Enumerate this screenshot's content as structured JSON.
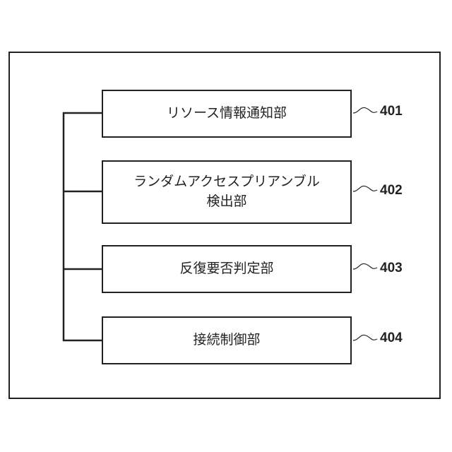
{
  "blocks": [
    {
      "label": "リソース情報通知部",
      "ref": "401"
    },
    {
      "label": "ランダムアクセスプリアンブル\n検出部",
      "ref": "402"
    },
    {
      "label": "反復要否判定部",
      "ref": "403"
    },
    {
      "label": "接続制御部",
      "ref": "404"
    }
  ]
}
